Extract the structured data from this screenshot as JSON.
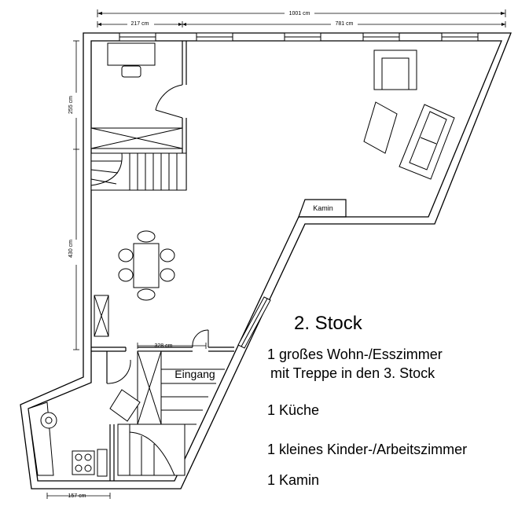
{
  "dimensions": {
    "total_width": "1001 cm",
    "left_top_width": "217 cm",
    "right_top_width": "781 cm",
    "left_height_upper": "255 cm",
    "left_height_lower": "430 cm",
    "entry_width": "328 cm",
    "bottom_width": "157 cm"
  },
  "rooms": {
    "fireplace": "Kamin",
    "entrance": "Eingang"
  },
  "legend": {
    "title": "2. Stock",
    "items": [
      "1 großes Wohn-/Esszimmer",
      "mit Treppe in den 3. Stock",
      "1 Küche",
      "1 kleines Kinder-/Arbeitszimmer",
      "1 Kamin"
    ]
  },
  "colors": {
    "ink": "#000000",
    "paper": "#ffffff"
  }
}
